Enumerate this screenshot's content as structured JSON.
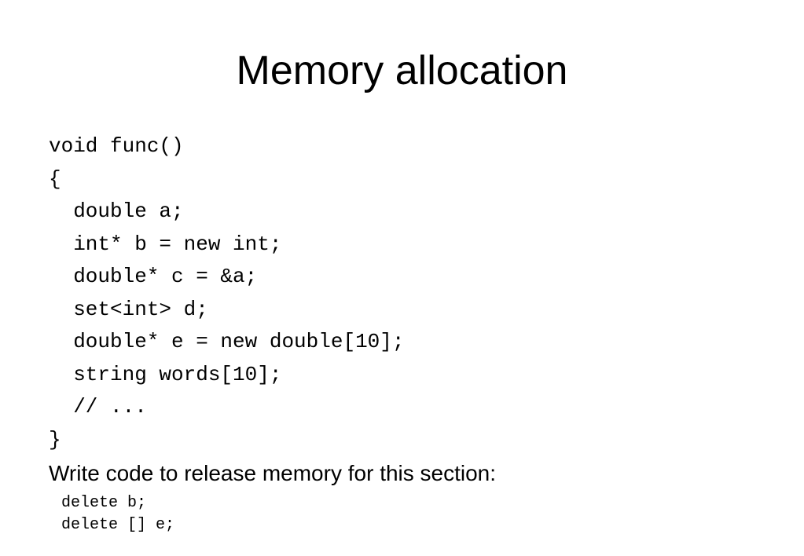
{
  "slide": {
    "title": "Memory allocation",
    "code_lines": [
      "void func()",
      "{",
      "  double a;",
      "  int* b = new int;",
      "  double* c = &a;",
      "  set<int> d;",
      "  double* e = new double[10];",
      "  string words[10];",
      "  // ...",
      "}"
    ],
    "prompt": "Write code to release memory for this section:",
    "answer_lines": [
      "delete b;",
      "delete [] e;"
    ]
  }
}
